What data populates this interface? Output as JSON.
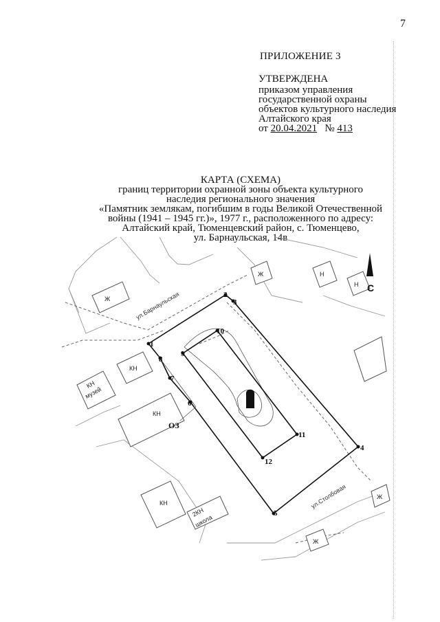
{
  "page": {
    "number": "7"
  },
  "header": {
    "appendix": "ПРИЛОЖЕНИЕ 3",
    "approved": "УТВЕРЖДЕНА",
    "order_lines": [
      "приказом управления",
      "государственной охраны",
      "объектов культурного наследия",
      "Алтайского края"
    ],
    "date_prefix": "от",
    "date": "20.04.2021",
    "number_sign": "№",
    "number": "413"
  },
  "title": {
    "lines": [
      "КАРТА (СХЕМА)",
      "границ территории охранной зоны объекта культурного",
      "наследия регионального значения",
      "«Памятник землякам, погибшим в годы Великой Отечественной",
      "войны (1941 – 1945 гг.)», 1977 г., расположенного по адресу:",
      "Алтайский край, Тюменцевский район, с. Тюменцево,",
      "ул. Барнаульская, 14в"
    ]
  },
  "map": {
    "street_barnaulskaya": "ул.Барнаульская",
    "street_stolbovaya": "ул.Столбовая",
    "zone_label": "ОЗ",
    "north_label": "С",
    "building_labels": {
      "zh": "Ж",
      "n": "Н",
      "kn": "КН",
      "kn_museum_1": "КН",
      "kn_museum_2": "музей",
      "kn_school_1": "2КН",
      "kn_school_2": "школа"
    },
    "points": [
      "1",
      "2",
      "3",
      "4",
      "5",
      "6",
      "7",
      "8",
      "9",
      "10",
      "11",
      "12"
    ]
  }
}
